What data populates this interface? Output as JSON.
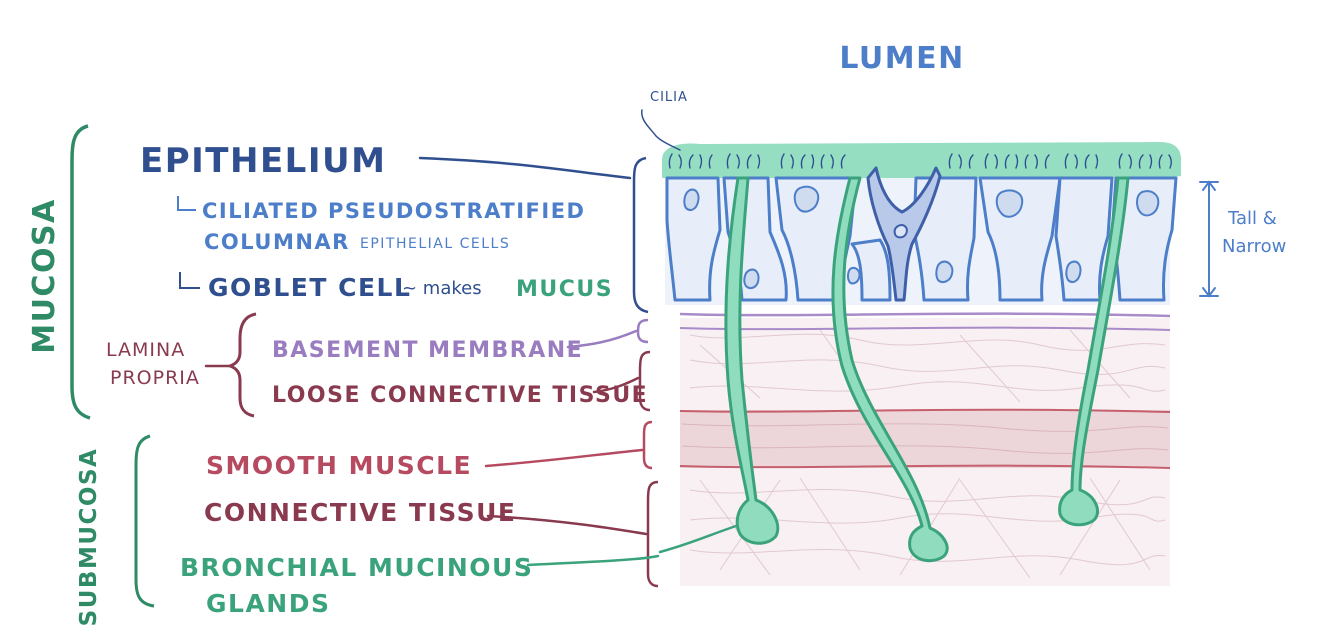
{
  "labels": {
    "lumen": "LUMEN",
    "cilia": "CILIA",
    "tall_narrow_1": "Tall &",
    "tall_narrow_2": "Narrow",
    "mucosa": "MUCOSA",
    "submucosa": "SUBMUCOSA",
    "lamina_1": "LAMINA",
    "lamina_2": "PROPRIA",
    "epithelium": "EPITHELIUM",
    "ciliated_1": "CILIATED PSEUDOSTRATIFIED",
    "ciliated_2a": "COLUMNAR",
    "ciliated_2b": "EPITHELIAL CELLS",
    "goblet": "GOBLET CELL",
    "makes": "~ makes",
    "mucus": "MUCUS",
    "basement": "BASEMENT MEMBRANE",
    "loose": "LOOSE CONNECTIVE TISSUE",
    "smooth": "SMOOTH MUSCLE",
    "connective": "CONNECTIVE TISSUE",
    "glands_1": "BRONCHIAL MUCINOUS",
    "glands_2": "GLANDS"
  },
  "colors": {
    "mucosa_green": "#2f8a66",
    "gland_green": "#7fd3b0",
    "epithelium_blue": "#2f4f8f",
    "cell_blue": "#4d7ec9",
    "basement_purple": "#9a7dc0",
    "connective_maroon": "#8a3a4e",
    "muscle_red": "#b54a60",
    "tissue_pink": "#f7eef0",
    "muscle_pink": "#ecd3d6"
  }
}
